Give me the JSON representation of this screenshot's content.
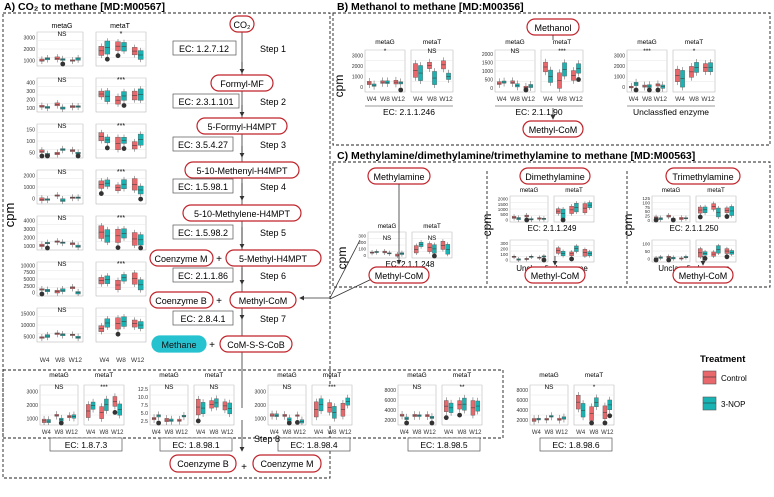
{
  "colors": {
    "control": "#e8686b",
    "nop": "#1ab3b3",
    "node_border": "#c0232a",
    "methane_fill": "#27c2d0"
  },
  "panels": {
    "A": {
      "title": "A) CO₂ to methane [MD:M00567]",
      "ylabel": "cpm",
      "col_headers": [
        "metaG",
        "metaT"
      ],
      "nodes": [
        "CO₂",
        "Formyl-MF",
        "5-Formyl-H4MPT",
        "5-10-Methenyl-H4MPT",
        "5-10-Methylene-H4MPT",
        "Coenzyme M",
        "5-Methyl-H4MPT",
        "Coenzyme B",
        "Methyl-CoM",
        "Methane",
        "CoM-S-S-CoB",
        "Coenzyme B",
        "Coenzyme M"
      ],
      "plus": "+",
      "enzymes": [
        "EC: 1.2.7.12",
        "EC: 2.3.1.101",
        "EC: 3.5.4.27",
        "EC: 1.5.98.1",
        "EC: 1.5.98.2",
        "EC: 2.1.1.86",
        "EC: 2.8.4.1"
      ],
      "steps": [
        "Step 1",
        "Step 2",
        "Step 3",
        "Step 4",
        "Step 5",
        "Step 6",
        "Step 7",
        "Step 8"
      ],
      "xticks": [
        "W4",
        "W8",
        "W12"
      ],
      "rows": [
        {
          "ticks": [
            "3000",
            "2000",
            "1000"
          ],
          "g": "NS",
          "t": "*"
        },
        {
          "ticks": [
            "400",
            "300",
            "200",
            "100"
          ],
          "g": "NS",
          "t": "***"
        },
        {
          "ticks": [
            "150",
            "100",
            "50"
          ],
          "g": "NS",
          "t": "***"
        },
        {
          "ticks": [
            "2000",
            "1000",
            "0"
          ],
          "g": "NS",
          "t": "***"
        },
        {
          "ticks": [
            "4000",
            "3000",
            "2000",
            "1000"
          ],
          "g": "NS",
          "t": "***"
        },
        {
          "ticks": [
            "10000",
            "7500",
            "5000",
            "2500",
            "0"
          ],
          "g": "NS",
          "t": "***"
        },
        {
          "ticks": [
            "15000",
            "10000",
            "5000"
          ],
          "g": "NS",
          "t": ""
        }
      ],
      "bottom": [
        {
          "ticks": [
            "3000",
            "2000",
            "1000"
          ],
          "g": "NS",
          "t": "***",
          "ec": "EC: 1.8.7.3"
        },
        {
          "ticks": [
            "12.5",
            "10.0",
            "7.5",
            "5.0",
            "2.5"
          ],
          "g": "NS",
          "t": "NS",
          "ec": "EC: 1.8.98.1"
        },
        {
          "ticks": [
            "3000",
            "2000",
            "1000"
          ],
          "g": "NS",
          "t": "***",
          "ec": "EC: 1.8.98.4"
        },
        {
          "ticks": [
            "8000",
            "6000",
            "4000",
            "2000"
          ],
          "g": "NS",
          "t": "**",
          "ec": "EC: 1.8.98.5"
        },
        {
          "ticks": [
            "8000",
            "6000",
            "4000",
            "2000"
          ],
          "g": "NS",
          "t": "*",
          "ec": "EC: 1.8.98.6"
        }
      ]
    },
    "B": {
      "title": "B) Methanol to methane [MD:M00356]",
      "ylabel": "cpm",
      "node_top": "Methanol",
      "node_bottom": "Methyl-CoM",
      "groups": [
        {
          "ticks": [
            "3000",
            "2000",
            "1000",
            "0"
          ],
          "g": "*",
          "t": "NS",
          "ec": "EC: 2.1.1.246"
        },
        {
          "ticks": [
            "2000",
            "1500",
            "1000",
            "500",
            "0"
          ],
          "g": "NS",
          "t": "***",
          "ec": "EC: 2.1.1.90"
        },
        {
          "ticks": [
            "3000",
            "2000",
            "1000",
            "0"
          ],
          "g": "***",
          "t": "*",
          "ec": "Unclassfied enzyme"
        }
      ]
    },
    "C": {
      "title": "C) Methylamine/dimethylamine/trimethylamine to methane [MD:M00563]",
      "ylabel": "cpm",
      "sub": [
        {
          "name": "Methylamine",
          "product": "Methyl-CoM",
          "plots": [
            {
              "ticks": [
                "300",
                "200",
                "100",
                "0"
              ],
              "g": "NS",
              "t": "NS",
              "ec": "EC: 2.1.1.248"
            }
          ]
        },
        {
          "name": "Dimethylamine",
          "product": "Methyl-CoM",
          "plots": [
            {
              "ticks": [
                "2000",
                "1500",
                "1000",
                "500",
                "0"
              ],
              "g": "",
              "t": "",
              "ec": "EC: 2.1.1.249"
            },
            {
              "ticks": [
                "300",
                "200",
                "100",
                "0"
              ],
              "g": "",
              "t": "",
              "ec": "Unclassfied enzyme"
            }
          ]
        },
        {
          "name": "Trimethylamine",
          "product": "Methyl-CoM",
          "plots": [
            {
              "ticks": [
                "125",
                "100",
                "75",
                "50",
                "25",
                "0"
              ],
              "g": "",
              "t": "",
              "ec": "EC: 2.1.1.250"
            },
            {
              "ticks": [
                "100",
                "50",
                "0"
              ],
              "g": "",
              "t": "",
              "ec": "Unclassfied enzyme"
            }
          ]
        }
      ]
    }
  },
  "legend": {
    "title": "Treatment",
    "items": [
      "Control",
      "3-NOP"
    ]
  },
  "chart_data": {
    "type": "box",
    "series": [
      {
        "name": "Control"
      },
      {
        "name": "3-NOP"
      }
    ],
    "groups": [
      "metaG",
      "metaT"
    ],
    "x": [
      "W4",
      "W8",
      "W12"
    ],
    "ylabel": "cpm",
    "panels": [
      "A) CO₂ to methane [MD:M00567]",
      "B) Methanol to methane [MD:M00356]",
      "C) Methylamine/dimethylamine/trimethylamine to methane [MD:M00563]"
    ]
  }
}
